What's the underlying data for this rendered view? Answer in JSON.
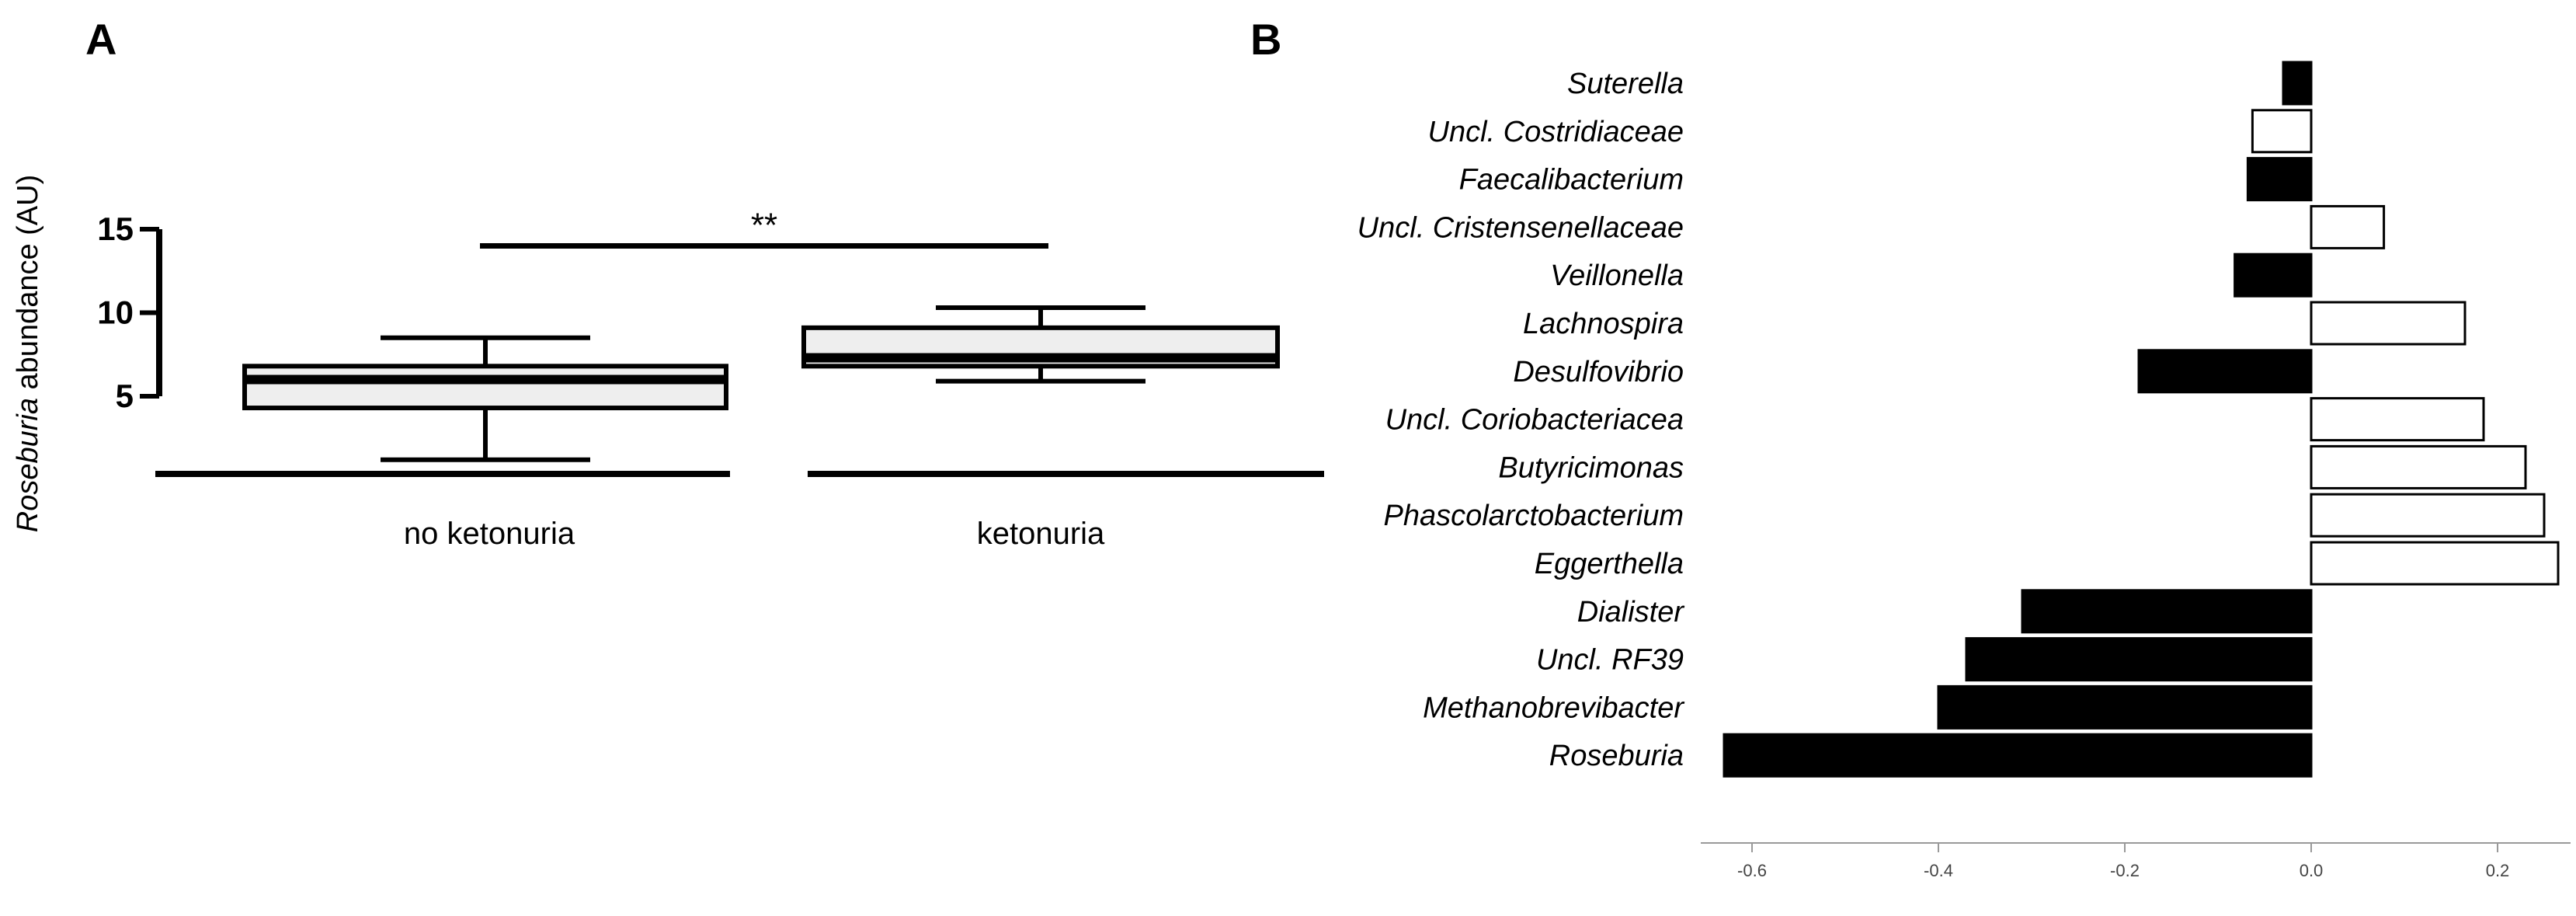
{
  "panels": {
    "a_letter": "A",
    "b_letter": "B"
  },
  "chart_data": [
    {
      "type": "box",
      "panel": "A",
      "ylabel_italic": "Roseburia",
      "ylabel_rest": " abundance (AU)",
      "ylim": [
        0,
        15
      ],
      "yticks": [
        5,
        10,
        15
      ],
      "categories": [
        "no ketonuria",
        "ketonuria"
      ],
      "boxes": [
        {
          "category": "no ketonuria",
          "whisker_low": 1.2,
          "q1": 4.3,
          "median": 6.0,
          "q3": 6.8,
          "whisker_high": 8.5
        },
        {
          "category": "ketonuria",
          "whisker_low": 5.9,
          "q1": 6.8,
          "median": 7.3,
          "q3": 9.1,
          "whisker_high": 10.3
        }
      ],
      "significance": {
        "label": "**",
        "y": 14
      }
    },
    {
      "type": "bar",
      "panel": "B",
      "orientation": "horizontal",
      "xlim": [
        -0.62,
        0.27
      ],
      "xticks": [
        -0.6,
        -0.4,
        -0.2,
        0.0,
        0.2
      ],
      "xtick_labels": [
        "-0.6",
        "-0.4",
        "-0.2",
        "0.0",
        "0.2"
      ],
      "categories": [
        "Suterella",
        "Uncl. Costridiaceae",
        "Faecalibacterium",
        "Uncl. Cristensenellaceae",
        "Veillonella",
        "Lachnospira",
        "Desulfovibrio",
        "Uncl. Coriobacteriacea",
        "Butyricimonas",
        "Phascolarctobacterium",
        "Eggerthella",
        "Dialister",
        "Uncl. RF39",
        "Methanobrevibacter",
        "Roseburia"
      ],
      "values": [
        -0.03,
        -0.063,
        -0.068,
        0.078,
        -0.082,
        0.165,
        -0.185,
        0.185,
        0.23,
        0.25,
        0.265,
        -0.31,
        -0.37,
        -0.4,
        -0.63
      ],
      "filled": [
        true,
        false,
        true,
        false,
        true,
        false,
        true,
        false,
        false,
        false,
        false,
        true,
        true,
        true,
        true
      ]
    }
  ]
}
